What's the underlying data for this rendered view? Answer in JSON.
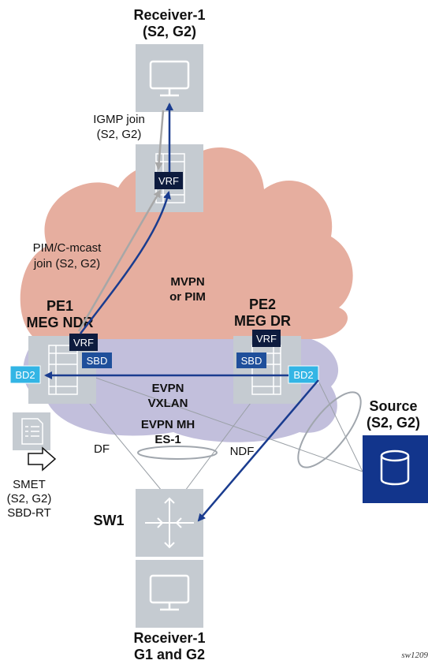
{
  "labels": {
    "receiver_top_line1": "Receiver-1",
    "receiver_top_line2": "(S2, G2)",
    "igmp_line1": "IGMP join",
    "igmp_line2": "(S2, G2)",
    "pim_line1": "PIM/C-mcast",
    "pim_line2": "join (S2, G2)",
    "mvpn_line1": "MVPN",
    "mvpn_line2": "or PIM",
    "pe1_line1": "PE1",
    "pe1_line2": "MEG NDR",
    "pe2_line1": "PE2",
    "pe2_line2": "MEG DR",
    "vrf": "VRF",
    "sbd": "SBD",
    "bd2": "BD2",
    "evpn_vxlan_line1": "EVPN",
    "evpn_vxlan_line2": "VXLAN",
    "evpn_mh_line1": "EVPN MH",
    "evpn_mh_line2": "ES-1",
    "df": "DF",
    "ndf": "NDF",
    "smet_line1": "SMET",
    "smet_line2": "(S2, G2)",
    "smet_line3": "SBD-RT",
    "source_line1": "Source",
    "source_line2": "(S2, G2)",
    "sw1": "SW1",
    "receiver_bottom_line1": "Receiver-1",
    "receiver_bottom_line2": "G1 and G2",
    "figure_id": "sw1209"
  },
  "colors": {
    "cloud_top": "#e8b3a3",
    "cloud_bottom": "#c2bfdc",
    "node_box": "#c5cbd1",
    "vrf_box": "#0d1b3e",
    "sbd_box": "#1f4f9b",
    "bd2_box": "#33b5e5",
    "source_box": "#12358c",
    "flow_arrow": "#1a3c8f",
    "join_arrow": "#a7a7a7"
  },
  "icons": [
    "monitor-icon",
    "router-icon",
    "document-icon",
    "hollow-arrow-icon",
    "switch-icon",
    "database-icon"
  ]
}
